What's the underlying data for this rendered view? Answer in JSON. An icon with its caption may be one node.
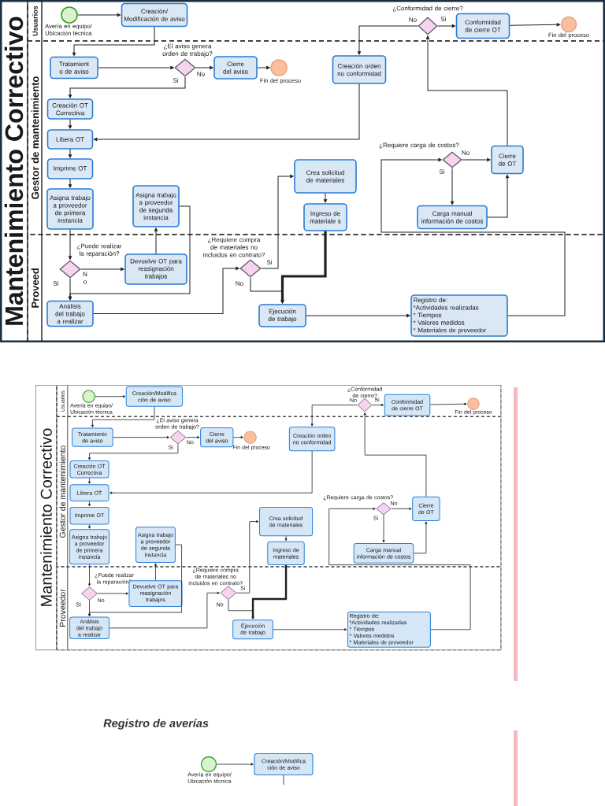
{
  "diagram": {
    "nodes": [
      {
        "text": [
          "Mantenimiento Correctivo"
        ]
      },
      {
        "text": [
          "Usuarios"
        ],
        "in": 0
      },
      {
        "text": [
          "Gestor de mantenimiento"
        ],
        "in": 0
      },
      {
        "text": [
          "Proveed"
        ],
        "in": 0
      },
      {
        "text": [],
        "shape": "circle",
        "beside": [
          "Avería en equipo/ Ubicación técnica"
        ],
        "in": 1
      },
      {
        "text": [
          "Creación/ Modificación de aviso"
        ],
        "in": 1
      },
      {
        "text": [
          "Tratamient o de aviso"
        ],
        "in": 2
      },
      {
        "text": [
          "¿El aviso genera orden de trabajo?"
        ],
        "in": 2
      },
      {
        "text": [
          "Cierre del aviso"
        ],
        "in": 2
      },
      {
        "text": [],
        "shape": "circle",
        "beside": [
          "Fin del proceso"
        ],
        "in": 2
      },
      {
        "text": [
          "Creación OT Correctiva"
        ],
        "in": 2
      },
      {
        "text": [
          "Libera OT"
        ],
        "in": 2
      },
      {
        "text": [
          "Imprime OT"
        ],
        "in": 2
      },
      {
        "text": [
          "Asigna trabajo a proveedor de primera instancia"
        ],
        "in": 2
      },
      {
        "text": [
          "Asigna trabajo a proveedor de segunda instancia"
        ],
        "in": 2
      },
      {
        "text": [
          "¿Puede realizar la reparación?"
        ],
        "in": 3
      },
      {
        "text": [
          "Devuelve OT para reasignación trabajos"
        ],
        "in": 3
      },
      {
        "text": [
          "Análisis del trabajo a realizar"
        ],
        "in": 3
      },
      {
        "text": [
          "¿Requiere compra de materiales no incluidos en contrato?"
        ],
        "in": 3
      },
      {
        "text": [
          "Crea solicitud de materiales"
        ],
        "in": 2
      },
      {
        "text": [
          "Ingreso de materiale s"
        ],
        "in": 2
      },
      {
        "text": [
          "Ejecución de trabajo"
        ],
        "in": 3
      },
      {
        "text": [
          "Registro de:",
          "*Actividades realizadas",
          "* Tiempos",
          "* Valores medidos",
          "* Materiales de proveedor"
        ],
        "in": 3
      },
      {
        "text": [
          "¿Requiere carga de costos?"
        ],
        "in": 2
      },
      {
        "text": [
          "Carga manual información de costos"
        ],
        "in": 2
      },
      {
        "text": [
          "Cierre de OT"
        ],
        "in": 2
      },
      {
        "text": [
          "¿Conformidad de cierre?"
        ],
        "in": 1
      },
      {
        "text": [
          "Conformidad de cierre OT"
        ],
        "in": 1
      },
      {
        "text": [],
        "shape": "circle",
        "beside": [
          "Fin del proceso"
        ],
        "in": 1
      },
      {
        "text": [
          "Creación orden no conformidad"
        ],
        "in": 2
      },
      {
        "text": [
          "Mantenimiento Correctivo"
        ]
      },
      {
        "text": [
          "Usuarios"
        ],
        "in": 30
      },
      {
        "text": [
          "Gestor de mantenimiento"
        ],
        "in": 30
      },
      {
        "text": [
          "Proveedor"
        ],
        "in": 30
      },
      {
        "text": [],
        "shape": "circle",
        "beside": [
          "Avería en equipo/ Ubicación técnica"
        ],
        "in": 31
      },
      {
        "text": [
          "Creación/Modifica ción de aviso"
        ],
        "in": 31
      },
      {
        "text": [
          "Tratamiento de aviso"
        ],
        "in": 32
      },
      {
        "text": [
          "¿El aviso genera orden de trabajo?"
        ],
        "in": 32
      },
      {
        "text": [
          "Cierre del aviso"
        ],
        "in": 32
      },
      {
        "text": [],
        "shape": "circle",
        "beside": [
          "Fin del proceso"
        ],
        "in": 32
      },
      {
        "text": [
          "Creación OT Correctiva"
        ],
        "in": 32
      },
      {
        "text": [
          "Libera OT"
        ],
        "in": 32
      },
      {
        "text": [
          "Imprime OT"
        ],
        "in": 32
      },
      {
        "text": [
          "Asigna trabajo a proveedor de primera instancia"
        ],
        "in": 32
      },
      {
        "text": [
          "Asigna trabajo a proveedor de segunda instancia"
        ],
        "in": 32
      },
      {
        "text": [
          "¿Puede realizar la reparación?"
        ],
        "in": 33
      },
      {
        "text": [
          "Devuelve OT para reasignación trabajos"
        ],
        "in": 33
      },
      {
        "text": [
          "Análisis del trabajo a realizar"
        ],
        "in": 33
      },
      {
        "text": [
          "¿Requiere compra de materiales no incluidos en contrato?"
        ],
        "in": 33
      },
      {
        "text": [
          "Crea solicitud de materiales"
        ],
        "in": 32
      },
      {
        "text": [
          "Ingreso de materiales"
        ],
        "in": 32
      },
      {
        "text": [
          "Ejecución de trabajo"
        ],
        "in": 33
      },
      {
        "text": [
          "Registro de:",
          "*Actividades realizadas",
          "* Tiempos",
          "* Valores medidos",
          "* Materiales de proveedor"
        ],
        "in": 33
      },
      {
        "text": [
          "¿Requiere carga de costos?"
        ],
        "in": 32
      },
      {
        "text": [
          "Carga manual información de costos"
        ],
        "in": 32
      },
      {
        "text": [
          "Cierre de OT"
        ],
        "in": 32
      },
      {
        "text": [
          "¿Conformidad de cierre?"
        ],
        "in": 31
      },
      {
        "text": [
          "Conformidad de cierre OT"
        ],
        "in": 31
      },
      {
        "text": [],
        "shape": "circle",
        "beside": [
          "Fin del proceso"
        ],
        "in": 31
      },
      {
        "text": [
          "Creación orden no conformidad"
        ],
        "in": 32
      },
      {
        "text": [],
        "shape": "circle",
        "beside": [
          "Avería en equipo/ Ubicación técnica"
        ]
      },
      {
        "text": [
          "Creación/Modifica ción de aviso"
        ]
      }
    ],
    "edges": [
      {
        "from": 4,
        "to": 5,
        "arrow": "to"
      },
      {
        "from": 5,
        "to": 6,
        "arrow": "to"
      },
      {
        "from": 6,
        "to": 7,
        "arrow": "to"
      },
      {
        "from": 7,
        "to": 8,
        "arrow": "to",
        "label": "No"
      },
      {
        "from": 8,
        "to": 9,
        "arrow": "to"
      },
      {
        "from": 7,
        "to": 10,
        "arrow": "to",
        "label": "Si"
      },
      {
        "from": 10,
        "to": 11,
        "arrow": "to"
      },
      {
        "from": 11,
        "to": 12,
        "arrow": "to"
      },
      {
        "from": 12,
        "to": 13,
        "arrow": "to"
      },
      {
        "from": 13,
        "to": 15,
        "arrow": "to"
      },
      {
        "from": 15,
        "to": 16,
        "arrow": "to",
        "label": "N o"
      },
      {
        "from": 16,
        "to": 14,
        "arrow": "to"
      },
      {
        "from": 14,
        "to": 17,
        "arrow": "to"
      },
      {
        "from": 15,
        "to": 17,
        "arrow": "to",
        "label": "SI"
      },
      {
        "from": 17,
        "to": 18,
        "arrow": "to"
      },
      {
        "from": 18,
        "to": 19,
        "arrow": "to",
        "label": "Si"
      },
      {
        "from": 18,
        "to": 21,
        "arrow": "to",
        "label": "No"
      },
      {
        "from": 19,
        "to": 20,
        "arrow": "to"
      },
      {
        "from": 20,
        "to": 21,
        "arrow": "to",
        "style": "thick"
      },
      {
        "from": 21,
        "to": 22,
        "arrow": "to"
      },
      {
        "from": 22,
        "to": 23,
        "arrow": "to"
      },
      {
        "from": 23,
        "to": 25,
        "arrow": "to",
        "label": "No"
      },
      {
        "from": 23,
        "to": 24,
        "arrow": "to",
        "label": "Si"
      },
      {
        "from": 24,
        "to": 25,
        "arrow": "to"
      },
      {
        "from": 25,
        "to": 26,
        "arrow": "to"
      },
      {
        "from": 26,
        "to": 27,
        "arrow": "to",
        "label": "Si"
      },
      {
        "from": 27,
        "to": 28,
        "arrow": "to"
      },
      {
        "from": 26,
        "to": 29,
        "arrow": "to",
        "label": "No"
      },
      {
        "from": 29,
        "to": 11,
        "arrow": "to"
      },
      {
        "from": 34,
        "to": 35,
        "arrow": "to"
      },
      {
        "from": 35,
        "to": 36,
        "arrow": "to"
      },
      {
        "from": 36,
        "to": 37,
        "arrow": "to"
      },
      {
        "from": 37,
        "to": 38,
        "arrow": "to",
        "label": "No"
      },
      {
        "from": 38,
        "to": 39,
        "arrow": "to"
      },
      {
        "from": 37,
        "to": 40,
        "arrow": "to",
        "label": "Si"
      },
      {
        "from": 40,
        "to": 41,
        "arrow": "to"
      },
      {
        "from": 41,
        "to": 42,
        "arrow": "to"
      },
      {
        "from": 42,
        "to": 43,
        "arrow": "to"
      },
      {
        "from": 43,
        "to": 45,
        "arrow": "to"
      },
      {
        "from": 45,
        "to": 46,
        "arrow": "to",
        "label": "No"
      },
      {
        "from": 46,
        "to": 44,
        "arrow": "to"
      },
      {
        "from": 44,
        "to": 47,
        "arrow": "to"
      },
      {
        "from": 45,
        "to": 47,
        "arrow": "to",
        "label": "SI"
      },
      {
        "from": 47,
        "to": 48,
        "arrow": "to"
      },
      {
        "from": 48,
        "to": 49,
        "arrow": "to",
        "label": "Si"
      },
      {
        "from": 48,
        "to": 51,
        "arrow": "to",
        "label": "No"
      },
      {
        "from": 49,
        "to": 50,
        "arrow": "to"
      },
      {
        "from": 50,
        "to": 51,
        "arrow": "to",
        "style": "thick"
      },
      {
        "from": 51,
        "to": 52,
        "arrow": "to"
      },
      {
        "from": 52,
        "to": 53,
        "arrow": "to"
      },
      {
        "from": 53,
        "to": 55,
        "arrow": "to",
        "label": "No"
      },
      {
        "from": 53,
        "to": 54,
        "arrow": "to",
        "label": "Si"
      },
      {
        "from": 54,
        "to": 55,
        "arrow": "to"
      },
      {
        "from": 55,
        "to": 56,
        "arrow": "to"
      },
      {
        "from": 56,
        "to": 57,
        "arrow": "to",
        "label": "Si"
      },
      {
        "from": 57,
        "to": 58,
        "arrow": "to"
      },
      {
        "from": 56,
        "to": 59,
        "arrow": "to",
        "label": "No"
      },
      {
        "from": 59,
        "to": 41,
        "arrow": "to"
      },
      {
        "from": 60,
        "to": 61,
        "arrow": "to"
      },
      {
        "from": 61,
        "to": null,
        "arrow": "none"
      }
    ],
    "labels": [
      "Registro de averías"
    ]
  }
}
